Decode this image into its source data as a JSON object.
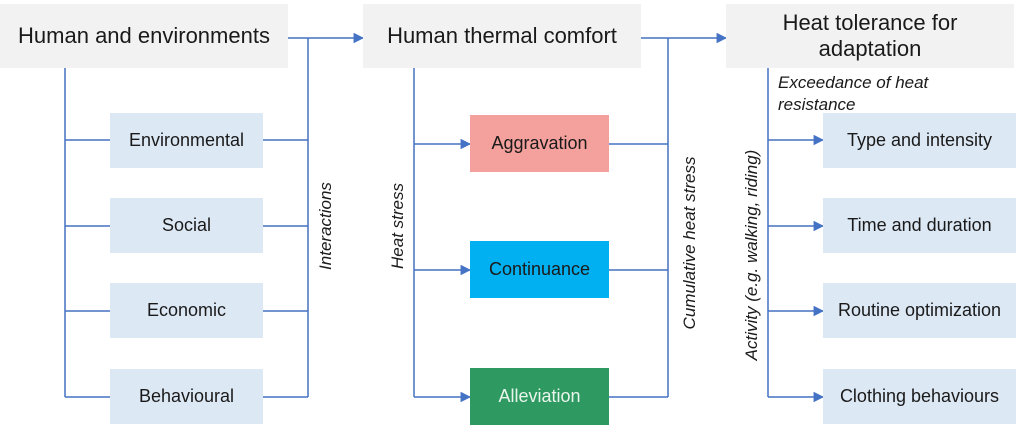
{
  "headers": {
    "human_env": "Human and environments",
    "thermal": "Human thermal comfort",
    "tolerance": "Heat tolerance for adaptation"
  },
  "factors": [
    "Environmental",
    "Social",
    "Economic",
    "Behavioural"
  ],
  "responses": [
    "Aggravation",
    "Continuance",
    "Alleviation"
  ],
  "adaptations": [
    "Type and intensity",
    "Time and duration",
    "Routine optimization",
    "Clothing behaviours"
  ],
  "labels": {
    "interactions": "Interactions",
    "heat_stress": "Heat stress",
    "cumulative": "Cumulative heat stress",
    "exceedance": "Exceedance of heat resistance",
    "activity": "Activity (e.g. walking, riding)"
  },
  "colors": {
    "line": "#4472c4",
    "aggravation": "#f4a09c",
    "continuance": "#00b0f0",
    "alleviation": "#2e9960",
    "category_fill": "#dde8f5",
    "header_fill": "#f2f2f2"
  }
}
